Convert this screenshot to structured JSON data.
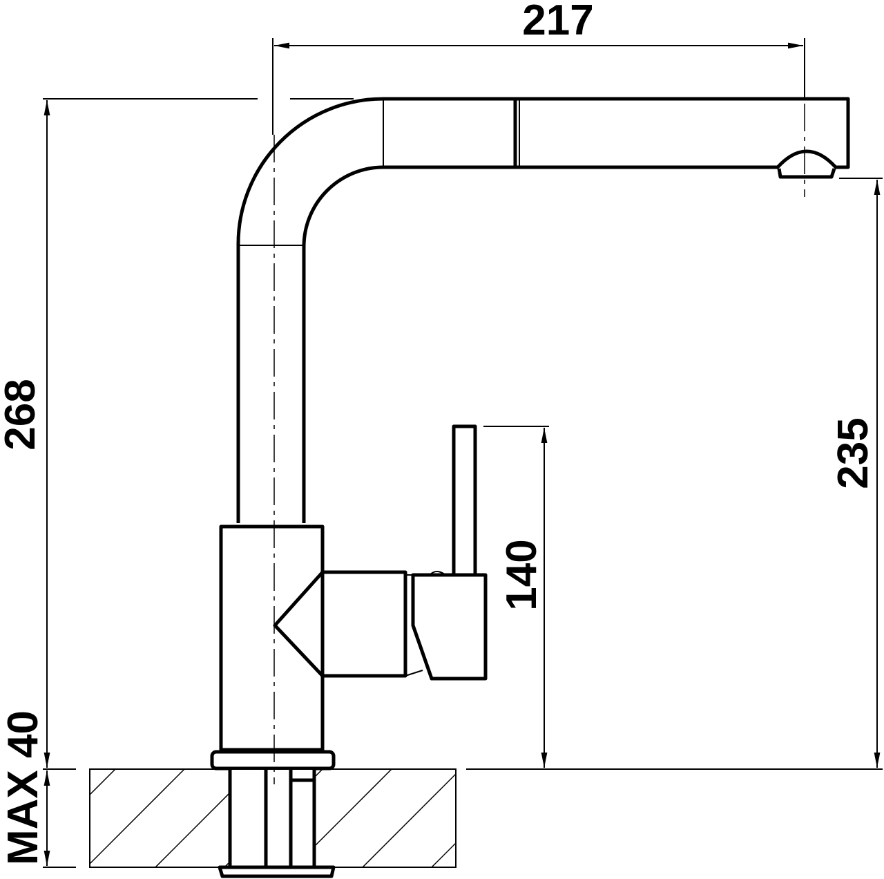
{
  "title": "Kitchen faucet dimension drawing",
  "dimensions": {
    "spout_reach": "217",
    "total_height": "268",
    "spout_height": "235",
    "lever_height": "140",
    "max_counter_thickness": "MAX 40"
  },
  "colors": {
    "line": "#000000",
    "background": "#ffffff"
  }
}
